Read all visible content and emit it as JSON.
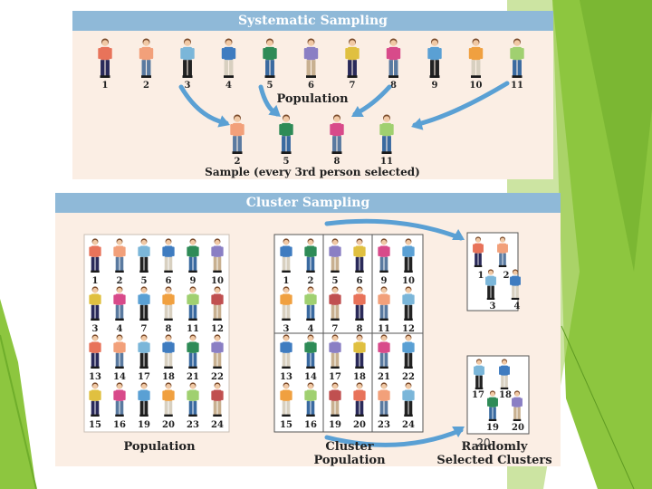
{
  "systematic": {
    "title": "Systematic Sampling",
    "population_numbers": [
      "1",
      "2",
      "3",
      "4",
      "5",
      "6",
      "7",
      "8",
      "9",
      "10",
      "11"
    ],
    "population_label": "Population",
    "sample_numbers": [
      "2",
      "5",
      "8",
      "11"
    ],
    "sample_label": "Sample (every 3rd person selected)"
  },
  "cluster": {
    "title": "Cluster Sampling",
    "population_grid": [
      "1",
      "2",
      "5",
      "6",
      "9",
      "10",
      "3",
      "4",
      "7",
      "8",
      "11",
      "12",
      "13",
      "14",
      "17",
      "18",
      "21",
      "22",
      "15",
      "16",
      "19",
      "20",
      "23",
      "24"
    ],
    "population_label": "Population",
    "cluster_population_label_line1": "Cluster",
    "cluster_population_label_line2": "Population",
    "selected_cluster_a": [
      "1",
      "2",
      "3",
      "4"
    ],
    "selected_cluster_b": [
      "17",
      "18",
      "19",
      "20"
    ],
    "selected_label_line1": "Randomly",
    "selected_label_line2": "Selected Clusters"
  },
  "slide_number": "20",
  "colors": {
    "header": "#8fb9d8",
    "panel": "#fbeee4",
    "arrow": "#5aa0d4",
    "green_accent": "#8dc63f"
  }
}
